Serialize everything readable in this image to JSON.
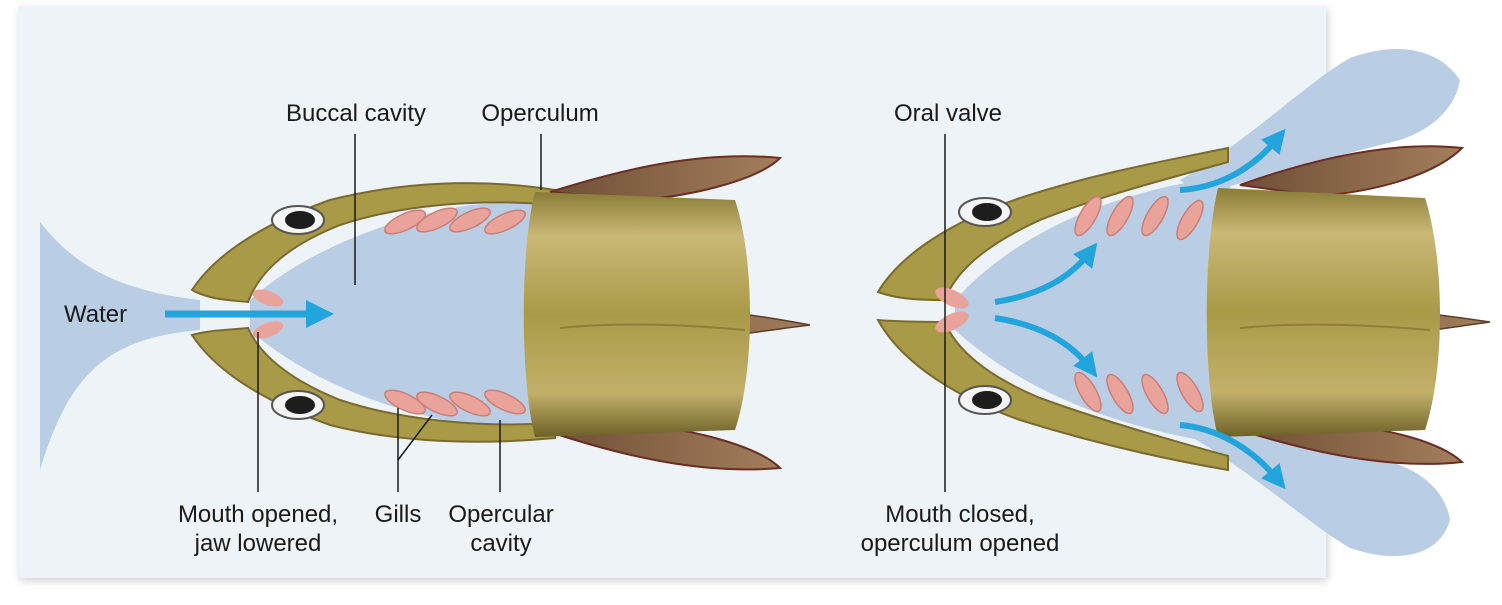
{
  "inhale_panel": {
    "labels": {
      "buccal_cavity": "Buccal cavity",
      "operculum": "Operculum",
      "water": "Water",
      "mouth_opened": "Mouth opened,\njaw lowered",
      "gills": "Gills",
      "opercular_cavity": "Opercular\ncavity"
    }
  },
  "exhale_panel": {
    "labels": {
      "oral_valve": "Oral valve",
      "mouth_closed": "Mouth closed,\noperculum opened"
    }
  },
  "colors": {
    "background": "#edf3f6",
    "water": "#b9cde4",
    "body_olive": "#a99a48",
    "gill_pink": "#e9a39a",
    "fin_brown": "#8c6a4c",
    "flow_arrow": "#22a5dc"
  }
}
